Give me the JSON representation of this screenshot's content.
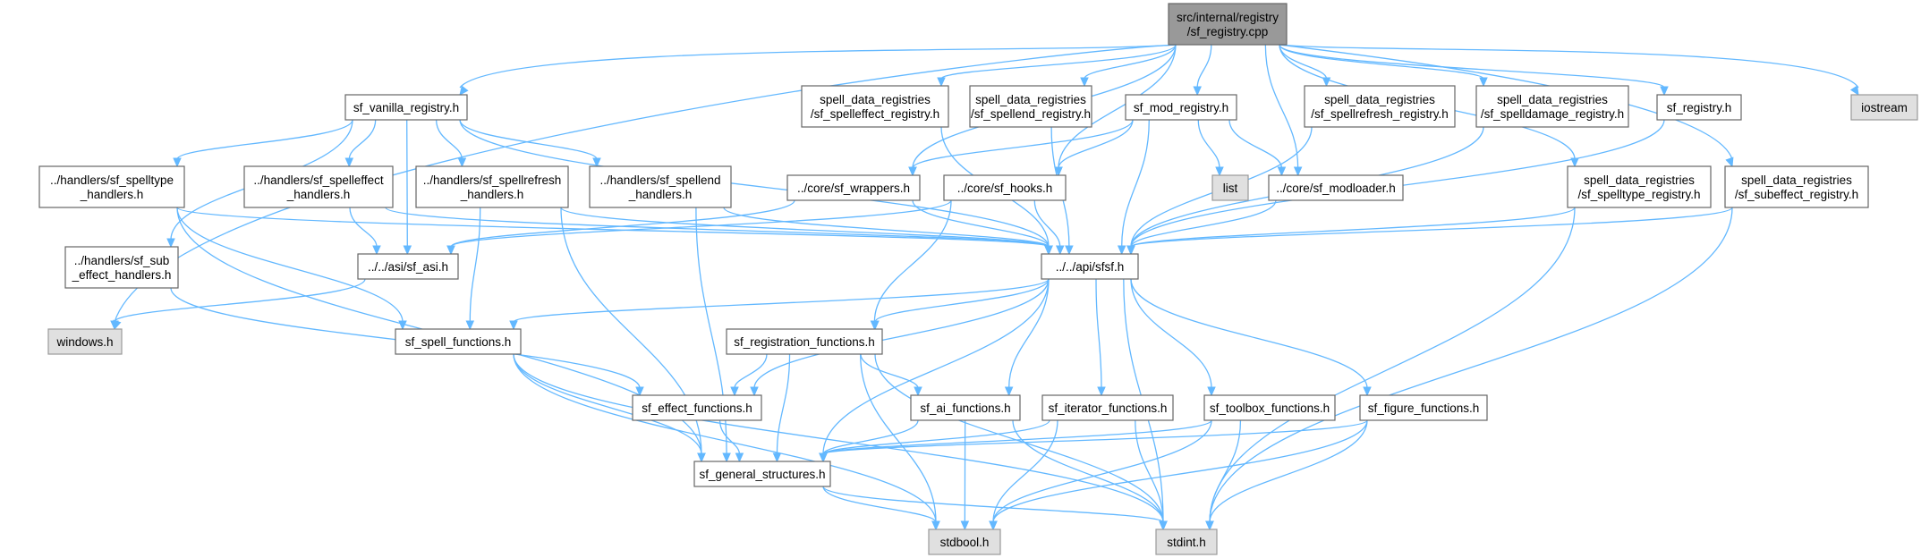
{
  "diagram": {
    "type": "include-dependency-graph",
    "root": "root",
    "nodes": [
      {
        "id": "root",
        "kind": "root",
        "lines": [
          "src/internal/registry",
          "/sf_registry.cpp"
        ]
      },
      {
        "id": "vanilla",
        "kind": "normal",
        "lines": [
          "sf_vanilla_registry.h"
        ]
      },
      {
        "id": "spelleffect_reg",
        "kind": "normal",
        "lines": [
          "spell_data_registries",
          "/sf_spelleffect_registry.h"
        ]
      },
      {
        "id": "spellend_reg",
        "kind": "normal",
        "lines": [
          "spell_data_registries",
          "/sf_spellend_registry.h"
        ]
      },
      {
        "id": "mod_reg",
        "kind": "normal",
        "lines": [
          "sf_mod_registry.h"
        ]
      },
      {
        "id": "spellrefresh_reg",
        "kind": "normal",
        "lines": [
          "spell_data_registries",
          "/sf_spellrefresh_registry.h"
        ]
      },
      {
        "id": "spelldamage_reg",
        "kind": "normal",
        "lines": [
          "spell_data_registries",
          "/sf_spelldamage_registry.h"
        ]
      },
      {
        "id": "sf_registry_h",
        "kind": "normal",
        "lines": [
          "sf_registry.h"
        ]
      },
      {
        "id": "iostream",
        "kind": "external",
        "lines": [
          "iostream"
        ]
      },
      {
        "id": "spelltype_handlers",
        "kind": "normal",
        "lines": [
          "../handlers/sf_spelltype",
          "_handlers.h"
        ]
      },
      {
        "id": "spelleffect_handlers",
        "kind": "normal",
        "lines": [
          "../handlers/sf_spelleffect",
          "_handlers.h"
        ]
      },
      {
        "id": "spellrefresh_handlers",
        "kind": "normal",
        "lines": [
          "../handlers/sf_spellrefresh",
          "_handlers.h"
        ]
      },
      {
        "id": "spellend_handlers",
        "kind": "normal",
        "lines": [
          "../handlers/sf_spellend",
          "_handlers.h"
        ]
      },
      {
        "id": "wrappers",
        "kind": "normal",
        "lines": [
          "../core/sf_wrappers.h"
        ]
      },
      {
        "id": "hooks",
        "kind": "normal",
        "lines": [
          "../core/sf_hooks.h"
        ]
      },
      {
        "id": "list",
        "kind": "external",
        "lines": [
          "list"
        ]
      },
      {
        "id": "modloader",
        "kind": "normal",
        "lines": [
          "../core/sf_modloader.h"
        ]
      },
      {
        "id": "spelltype_reg",
        "kind": "normal",
        "lines": [
          "spell_data_registries",
          "/sf_spelltype_registry.h"
        ]
      },
      {
        "id": "subeffect_reg",
        "kind": "normal",
        "lines": [
          "spell_data_registries",
          "/sf_subeffect_registry.h"
        ]
      },
      {
        "id": "sub_effect_handlers",
        "kind": "normal",
        "lines": [
          "../handlers/sf_sub",
          "_effect_handlers.h"
        ]
      },
      {
        "id": "asi",
        "kind": "normal",
        "lines": [
          "../../asi/sf_asi.h"
        ]
      },
      {
        "id": "sfsf",
        "kind": "normal",
        "lines": [
          "../../api/sfsf.h"
        ]
      },
      {
        "id": "windows",
        "kind": "external",
        "lines": [
          "windows.h"
        ]
      },
      {
        "id": "spell_functions",
        "kind": "normal",
        "lines": [
          "sf_spell_functions.h"
        ]
      },
      {
        "id": "registration_functions",
        "kind": "normal",
        "lines": [
          "sf_registration_functions.h"
        ]
      },
      {
        "id": "effect_functions",
        "kind": "normal",
        "lines": [
          "sf_effect_functions.h"
        ]
      },
      {
        "id": "ai_functions",
        "kind": "normal",
        "lines": [
          "sf_ai_functions.h"
        ]
      },
      {
        "id": "iterator_functions",
        "kind": "normal",
        "lines": [
          "sf_iterator_functions.h"
        ]
      },
      {
        "id": "toolbox_functions",
        "kind": "normal",
        "lines": [
          "sf_toolbox_functions.h"
        ]
      },
      {
        "id": "figure_functions",
        "kind": "normal",
        "lines": [
          "sf_figure_functions.h"
        ]
      },
      {
        "id": "general_structures",
        "kind": "normal",
        "lines": [
          "sf_general_structures.h"
        ]
      },
      {
        "id": "stdbool",
        "kind": "external",
        "lines": [
          "stdbool.h"
        ]
      },
      {
        "id": "stdint",
        "kind": "external",
        "lines": [
          "stdint.h"
        ]
      }
    ],
    "edges": [
      [
        "root",
        "vanilla"
      ],
      [
        "root",
        "spelleffect_reg"
      ],
      [
        "root",
        "spellend_reg"
      ],
      [
        "root",
        "mod_reg"
      ],
      [
        "root",
        "spellrefresh_reg"
      ],
      [
        "root",
        "spelldamage_reg"
      ],
      [
        "root",
        "sf_registry_h"
      ],
      [
        "root",
        "iostream"
      ],
      [
        "root",
        "wrappers"
      ],
      [
        "root",
        "hooks"
      ],
      [
        "root",
        "modloader"
      ],
      [
        "root",
        "spelltype_reg"
      ],
      [
        "root",
        "subeffect_reg"
      ],
      [
        "root",
        "windows"
      ],
      [
        "vanilla",
        "spelltype_handlers"
      ],
      [
        "vanilla",
        "spelleffect_handlers"
      ],
      [
        "vanilla",
        "spellrefresh_handlers"
      ],
      [
        "vanilla",
        "spellend_handlers"
      ],
      [
        "vanilla",
        "sub_effect_handlers"
      ],
      [
        "vanilla",
        "asi"
      ],
      [
        "vanilla",
        "sfsf"
      ],
      [
        "spelleffect_reg",
        "sfsf"
      ],
      [
        "spellend_reg",
        "sfsf"
      ],
      [
        "mod_reg",
        "wrappers"
      ],
      [
        "mod_reg",
        "hooks"
      ],
      [
        "mod_reg",
        "list"
      ],
      [
        "mod_reg",
        "modloader"
      ],
      [
        "mod_reg",
        "sfsf"
      ],
      [
        "spellrefresh_reg",
        "sfsf"
      ],
      [
        "spelldamage_reg",
        "sfsf"
      ],
      [
        "sf_registry_h",
        "sfsf"
      ],
      [
        "spelltype_handlers",
        "sfsf"
      ],
      [
        "spelltype_handlers",
        "spell_functions"
      ],
      [
        "spelltype_handlers",
        "general_structures"
      ],
      [
        "spelleffect_handlers",
        "asi"
      ],
      [
        "spelleffect_handlers",
        "sfsf"
      ],
      [
        "spellrefresh_handlers",
        "sfsf"
      ],
      [
        "spellrefresh_handlers",
        "spell_functions"
      ],
      [
        "spellrefresh_handlers",
        "general_structures"
      ],
      [
        "spellend_handlers",
        "sfsf"
      ],
      [
        "spellend_handlers",
        "general_structures"
      ],
      [
        "wrappers",
        "asi"
      ],
      [
        "wrappers",
        "sfsf"
      ],
      [
        "hooks",
        "asi"
      ],
      [
        "hooks",
        "sfsf"
      ],
      [
        "hooks",
        "registration_functions"
      ],
      [
        "modloader",
        "sfsf"
      ],
      [
        "spelltype_reg",
        "sfsf"
      ],
      [
        "spelltype_reg",
        "stdint"
      ],
      [
        "subeffect_reg",
        "sfsf"
      ],
      [
        "subeffect_reg",
        "stdint"
      ],
      [
        "sub_effect_handlers",
        "effect_functions"
      ],
      [
        "asi",
        "windows"
      ],
      [
        "sfsf",
        "spell_functions"
      ],
      [
        "sfsf",
        "registration_functions"
      ],
      [
        "sfsf",
        "effect_functions"
      ],
      [
        "sfsf",
        "ai_functions"
      ],
      [
        "sfsf",
        "iterator_functions"
      ],
      [
        "sfsf",
        "toolbox_functions"
      ],
      [
        "sfsf",
        "figure_functions"
      ],
      [
        "sfsf",
        "general_structures"
      ],
      [
        "sfsf",
        "stdint"
      ],
      [
        "spell_functions",
        "general_structures"
      ],
      [
        "spell_functions",
        "stdbool"
      ],
      [
        "spell_functions",
        "stdint"
      ],
      [
        "registration_functions",
        "effect_functions"
      ],
      [
        "registration_functions",
        "ai_functions"
      ],
      [
        "registration_functions",
        "general_structures"
      ],
      [
        "registration_functions",
        "stdbool"
      ],
      [
        "registration_functions",
        "stdint"
      ],
      [
        "effect_functions",
        "general_structures"
      ],
      [
        "ai_functions",
        "general_structures"
      ],
      [
        "ai_functions",
        "stdbool"
      ],
      [
        "ai_functions",
        "stdint"
      ],
      [
        "iterator_functions",
        "general_structures"
      ],
      [
        "iterator_functions",
        "stdbool"
      ],
      [
        "iterator_functions",
        "stdint"
      ],
      [
        "toolbox_functions",
        "general_structures"
      ],
      [
        "toolbox_functions",
        "stdbool"
      ],
      [
        "toolbox_functions",
        "stdint"
      ],
      [
        "figure_functions",
        "general_structures"
      ],
      [
        "figure_functions",
        "stdbool"
      ],
      [
        "figure_functions",
        "stdint"
      ],
      [
        "general_structures",
        "stdbool"
      ],
      [
        "general_structures",
        "stdint"
      ]
    ]
  }
}
